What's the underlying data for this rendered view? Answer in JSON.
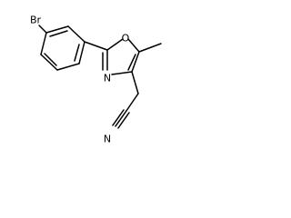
{
  "structure": {
    "atoms": {
      "bromine": "Br",
      "oxazole_oxygen": "O",
      "oxazole_nitrogen": "N",
      "nitrile_nitrogen": "N"
    },
    "colors": {
      "bond": "#000000",
      "label": "#000000",
      "background": "#ffffff"
    }
  }
}
